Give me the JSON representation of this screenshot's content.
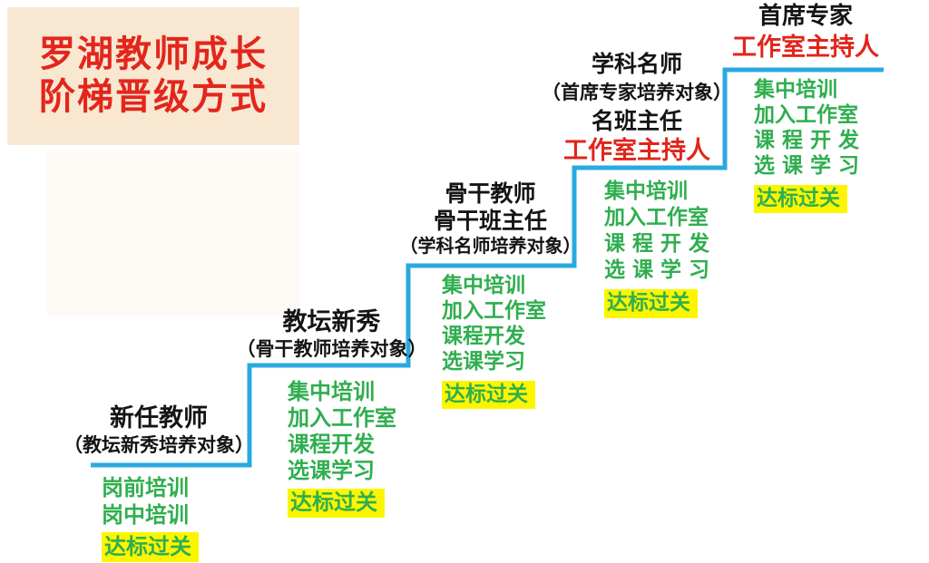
{
  "title": {
    "line1": "罗湖教师成长",
    "line2": "阶梯晋级方式"
  },
  "colors": {
    "page_bg": "#ffffff",
    "title_bg": "#f8e8d2",
    "title_red": "#e3261c",
    "red_text": "#e0251b",
    "green_text": "#2fae4f",
    "yellow_highlight": "#fbf600",
    "stair_blue": "#2aa9e0",
    "heading_black": "#141414"
  },
  "tiers": [
    {
      "title_lines": [
        "新任教师"
      ],
      "subtitle": "（教坛新秀培养对象）",
      "steps": [
        "岗前培训",
        "岗中培训"
      ],
      "final_step": "达标过关"
    },
    {
      "title_lines": [
        "教坛新秀"
      ],
      "subtitle": "（骨干教师培养对象）",
      "steps": [
        "集中培训",
        "加入工作室",
        "课程开发",
        "选课学习"
      ],
      "final_step": "达标过关"
    },
    {
      "title_lines": [
        "骨干教师",
        "骨干班主任"
      ],
      "subtitle": "（学科名师培养对象）",
      "steps": [
        "集中培训",
        "加入工作室",
        "课程开发",
        "选课学习"
      ],
      "final_step": "达标过关"
    },
    {
      "title_lines": [
        "学科名师"
      ],
      "subtitle": "（首席专家培养对象）",
      "extra_title": "名班主任",
      "red_title": "工作室主持人",
      "steps": [
        "集中培训",
        "加入工作室",
        "课 程 开 发",
        "选 课 学 习"
      ],
      "final_step": "达标过关"
    },
    {
      "title_lines": [
        "首席专家"
      ],
      "red_title": "工作室主持人",
      "steps": [
        "集中培训",
        "加入工作室",
        "课 程 开 发",
        "选 课 学 习"
      ],
      "final_step": "达标过关"
    }
  ]
}
